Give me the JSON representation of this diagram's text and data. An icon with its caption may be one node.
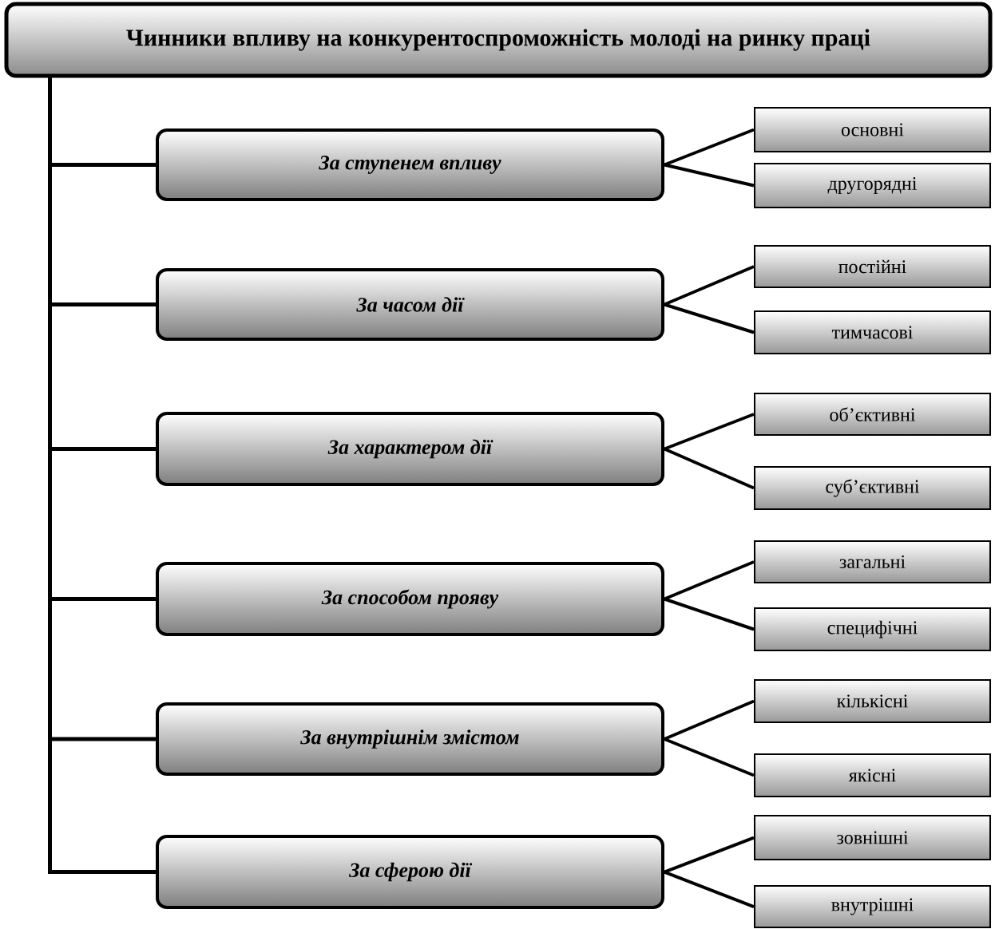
{
  "diagram": {
    "nodes": [
      {
        "text": [
          "Чинники впливу на конкурентоспроможність молоді на ринку праці"
        ]
      },
      {
        "text": [
          "За ступенем впливу"
        ]
      },
      {
        "text": [
          "основні"
        ]
      },
      {
        "text": [
          "другорядні"
        ]
      },
      {
        "text": [
          "За часом дії"
        ]
      },
      {
        "text": [
          "постійні"
        ]
      },
      {
        "text": [
          "тимчасові"
        ]
      },
      {
        "text": [
          "За характером дії"
        ]
      },
      {
        "text": [
          "об’єктивні"
        ]
      },
      {
        "text": [
          "суб’єктивні"
        ]
      },
      {
        "text": [
          "За способом прояву"
        ]
      },
      {
        "text": [
          "загальні"
        ]
      },
      {
        "text": [
          "специфічні"
        ]
      },
      {
        "text": [
          "За внутрішнім змістом"
        ]
      },
      {
        "text": [
          "кількісні"
        ]
      },
      {
        "text": [
          "якісні"
        ]
      },
      {
        "text": [
          "За сферою дії"
        ]
      },
      {
        "text": [
          "зовнішні"
        ]
      },
      {
        "text": [
          "внутрішні"
        ]
      }
    ],
    "edges": [
      {
        "from": 0,
        "to": 1,
        "arrow": "none"
      },
      {
        "from": 0,
        "to": 4,
        "arrow": "none"
      },
      {
        "from": 0,
        "to": 7,
        "arrow": "none"
      },
      {
        "from": 0,
        "to": 10,
        "arrow": "none"
      },
      {
        "from": 0,
        "to": 13,
        "arrow": "none"
      },
      {
        "from": 0,
        "to": 16,
        "arrow": "none"
      },
      {
        "from": 1,
        "to": 2,
        "arrow": "none"
      },
      {
        "from": 1,
        "to": 3,
        "arrow": "none"
      },
      {
        "from": 4,
        "to": 5,
        "arrow": "none"
      },
      {
        "from": 4,
        "to": 6,
        "arrow": "none"
      },
      {
        "from": 7,
        "to": 8,
        "arrow": "none"
      },
      {
        "from": 7,
        "to": 9,
        "arrow": "none"
      },
      {
        "from": 10,
        "to": 11,
        "arrow": "none"
      },
      {
        "from": 10,
        "to": 12,
        "arrow": "none"
      },
      {
        "from": 13,
        "to": 14,
        "arrow": "none"
      },
      {
        "from": 13,
        "to": 15,
        "arrow": "none"
      },
      {
        "from": 16,
        "to": 17,
        "arrow": "none"
      },
      {
        "from": 16,
        "to": 18,
        "arrow": "none"
      }
    ]
  }
}
